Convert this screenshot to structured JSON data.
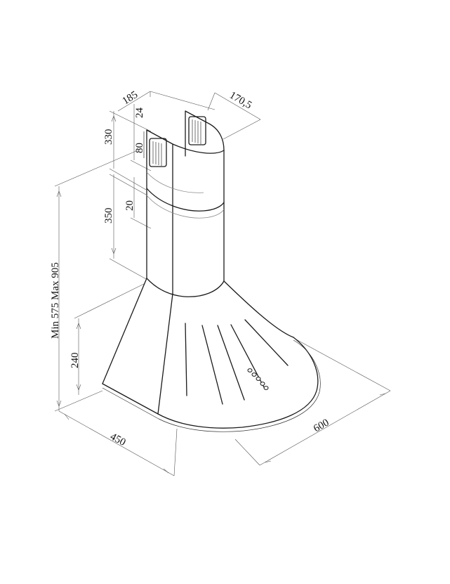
{
  "dimensions": {
    "chimney_width": "185",
    "chimney_depth": "170,5",
    "top_offset": "24",
    "upper_height": "330",
    "vent_height": "80",
    "lower_height": "350",
    "overlap": "20",
    "total_height": "Min 575 Max 905",
    "canopy_height": "240",
    "hood_depth": "450",
    "hood_width": "600"
  },
  "colors": {
    "line": "#1a1a1a",
    "dimension": "#555555",
    "background": "#ffffff"
  }
}
